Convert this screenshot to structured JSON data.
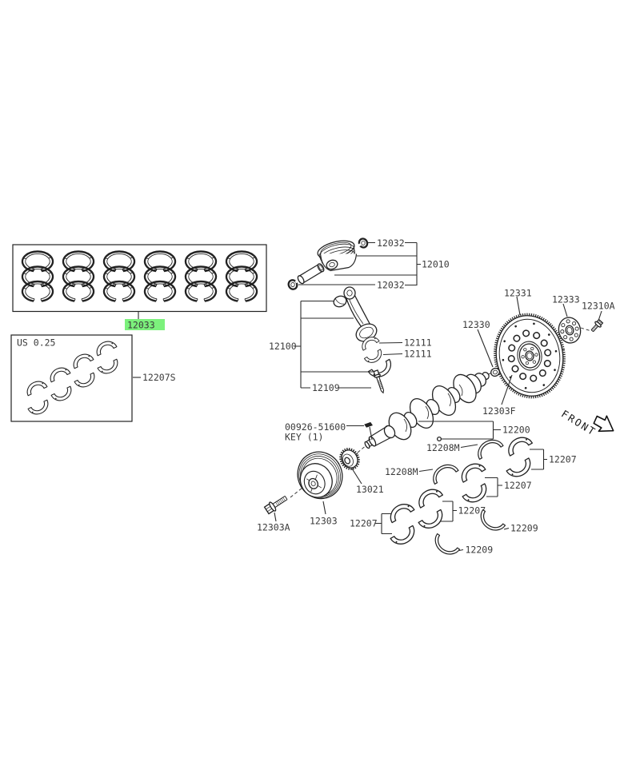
{
  "colors": {
    "background": "#ffffff",
    "highlight": "#7cf17c",
    "line": "#2a2a2a",
    "text": "#3a3a3a"
  },
  "parts": {
    "piston_ring_set": {
      "label": "12033",
      "highlighted": true
    },
    "main_bearing_kit": {
      "size_mark": "US 0.25",
      "label": "12207S"
    },
    "snap_rings": [
      "12032",
      "12032"
    ],
    "piston": {
      "label": "12010"
    },
    "connecting_rod": {
      "label": "12100"
    },
    "rod_bearings": [
      "12111",
      "12111"
    ],
    "rod_bolt": {
      "label": "12109"
    },
    "woodruff_key": {
      "part_no": "00926-51600",
      "qty_note": "KEY (1)"
    },
    "sprocket": {
      "label": "13021"
    },
    "crank_pulley": {
      "label": "12303"
    },
    "pulley_bolt": {
      "label": "12303A"
    },
    "crankshaft": {
      "label": "12200"
    },
    "flywheel": {
      "label": "12331"
    },
    "drive_plate": {
      "label": "12333"
    },
    "flywheel_bolt": {
      "label": "12310A"
    },
    "pilot_bush": {
      "label": "12330"
    },
    "flywheel_bolt_ref": {
      "label": "12303F"
    },
    "thrust_washers_upper": [
      "12208M",
      "12208M"
    ],
    "main_bearings": [
      "12207",
      "12207",
      "12207",
      "12207"
    ],
    "thrust_washers_lower": [
      "12209",
      "12209"
    ],
    "front_marker": {
      "label": "FRONT"
    }
  }
}
